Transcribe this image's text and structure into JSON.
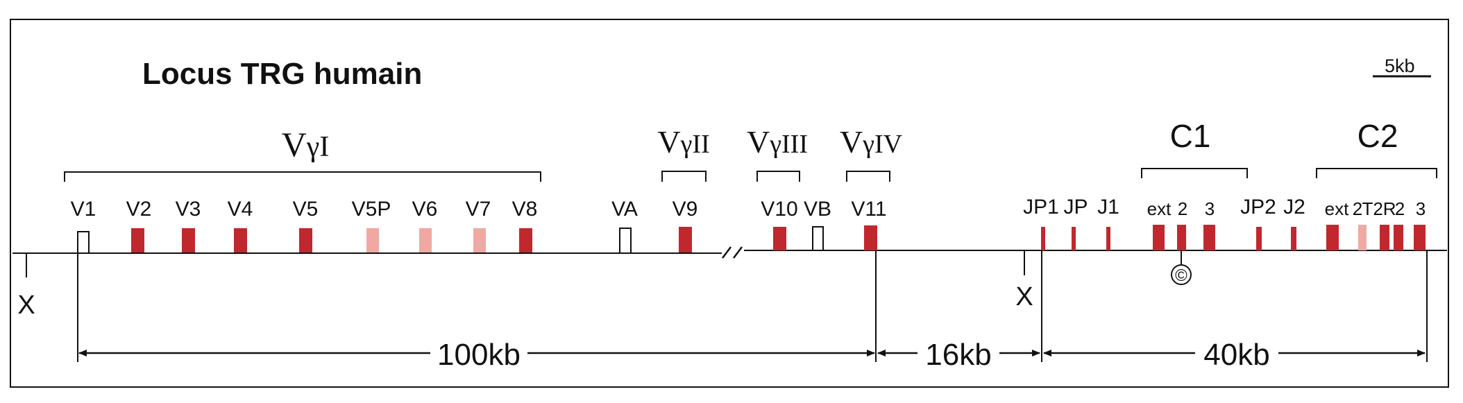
{
  "title": "Locus TRG humain",
  "scale_bar": "5kb",
  "groups": {
    "vg1": {
      "label_prefix": "V",
      "label_sub": "γI"
    },
    "vg2": {
      "label_prefix": "V",
      "label_sub": "γII"
    },
    "vg3": {
      "label_prefix": "V",
      "label_sub": "γIII"
    },
    "vg4": {
      "label_prefix": "V",
      "label_sub": "γIV"
    },
    "c1": {
      "label": "C1"
    },
    "c2": {
      "label": "C2"
    }
  },
  "genes": [
    {
      "id": "v1",
      "label": "V1",
      "kind": "open"
    },
    {
      "id": "v2",
      "label": "V2",
      "kind": "functional"
    },
    {
      "id": "v3",
      "label": "V3",
      "kind": "functional"
    },
    {
      "id": "v4",
      "label": "V4",
      "kind": "functional"
    },
    {
      "id": "v5",
      "label": "V5",
      "kind": "functional"
    },
    {
      "id": "v5p",
      "label": "V5P",
      "kind": "pseudo"
    },
    {
      "id": "v6",
      "label": "V6",
      "kind": "pseudo"
    },
    {
      "id": "v7",
      "label": "V7",
      "kind": "pseudo"
    },
    {
      "id": "v8",
      "label": "V8",
      "kind": "functional"
    },
    {
      "id": "va",
      "label": "VA",
      "kind": "open"
    },
    {
      "id": "v9",
      "label": "V9",
      "kind": "functional"
    },
    {
      "id": "v10",
      "label": "V10",
      "kind": "functional"
    },
    {
      "id": "vb",
      "label": "VB",
      "kind": "open"
    },
    {
      "id": "v11",
      "label": "V11",
      "kind": "functional"
    }
  ],
  "j_segments": [
    {
      "id": "jp1",
      "label": "JP1"
    },
    {
      "id": "jp",
      "label": "JP"
    },
    {
      "id": "j1",
      "label": "J1"
    },
    {
      "id": "jp2",
      "label": "JP2"
    },
    {
      "id": "j2",
      "label": "J2"
    }
  ],
  "c_exons": {
    "c1": [
      "ext",
      "2",
      "3"
    ],
    "c2": [
      "ext",
      "2",
      "T2R",
      "2",
      "3"
    ]
  },
  "copyright_mark": "©",
  "x_marks": [
    "X",
    "X"
  ],
  "distances": [
    "100kb",
    "16kb",
    "40kb"
  ],
  "colors": {
    "functional": "#c0282e",
    "pseudo": "#f0a8a2",
    "open": "#ffffff",
    "line": "#111111"
  }
}
